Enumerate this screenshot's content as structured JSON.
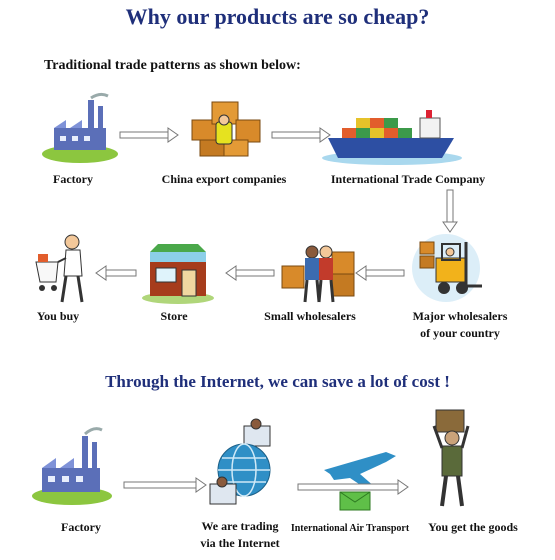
{
  "title": "Why our products are so cheap?",
  "traditional": {
    "heading": "Traditional trade patterns as shown below:",
    "steps": [
      {
        "label": "Factory",
        "icon": "factory-icon"
      },
      {
        "label": "China export companies",
        "icon": "export-boxes-icon"
      },
      {
        "label": "International Trade Company",
        "icon": "cargo-ship-icon"
      },
      {
        "label": "Major wholesalers of your country",
        "line1": "Major wholesalers",
        "line2": "of your country",
        "icon": "forklift-icon"
      },
      {
        "label": "Small wholesalers",
        "icon": "workers-boxes-icon"
      },
      {
        "label": "Store",
        "icon": "store-icon"
      },
      {
        "label": "You buy",
        "icon": "shopper-cart-icon"
      }
    ]
  },
  "internet": {
    "heading": "Through the Internet, we can save a lot of cost !",
    "steps": [
      {
        "label": "Factory",
        "icon": "factory-icon"
      },
      {
        "label": "We are trading via the Internet",
        "line1": "We are trading",
        "line2": "via the Internet",
        "icon": "globe-network-icon"
      },
      {
        "label": "International Air Transport",
        "icon": "airplane-envelope-icon"
      },
      {
        "label": "You get the goods",
        "icon": "person-receiving-goods-icon"
      }
    ]
  },
  "colors": {
    "title": "#1f2f7a",
    "arrow": "#777777"
  }
}
